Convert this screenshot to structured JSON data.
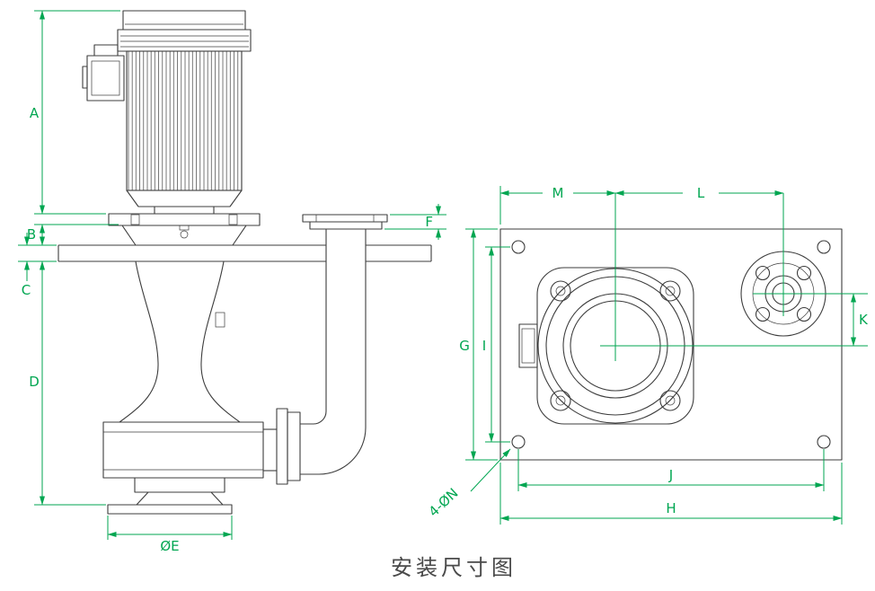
{
  "title": "安装尺寸图",
  "colors": {
    "dimension": "#00A651",
    "line": "#3d3d3d",
    "title": "#4a4a4a",
    "background": "#ffffff"
  },
  "dimensions": {
    "side": {
      "A": "A",
      "B": "B",
      "C": "C",
      "D": "D",
      "E": "ØE",
      "F": "F"
    },
    "top": {
      "G": "G",
      "I": "I",
      "K": "K",
      "M": "M",
      "L": "L",
      "J": "J",
      "H": "H",
      "N": "4-ØN"
    }
  }
}
